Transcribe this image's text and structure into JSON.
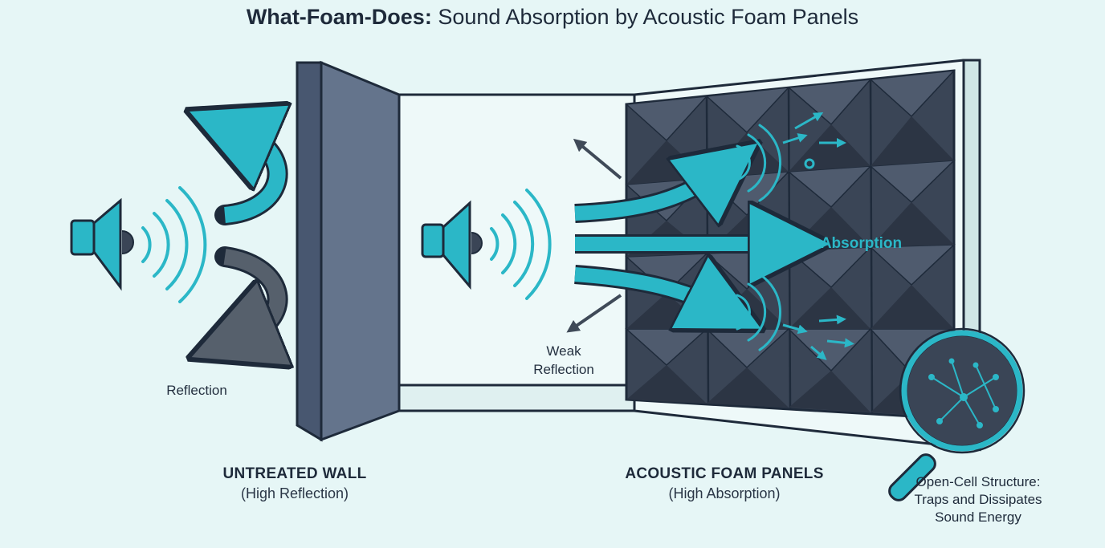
{
  "title": {
    "bold": "What-Foam-Does:",
    "rest": "Sound Absorption by Acoustic Foam Panels"
  },
  "left": {
    "reflection_label": "Reflection",
    "wall_heading": "UNTREATED WALL",
    "wall_sub": "(High Reflection)"
  },
  "right": {
    "weak_reflection_line1": "Weak",
    "weak_reflection_line2": "Reflection",
    "absorption_label": "Absorption",
    "panel_heading": "ACOUSTIC FOAM PANELS",
    "panel_sub": "(High Absorption)"
  },
  "magnifier": {
    "line1": "Open-Cell Structure:",
    "line2": "Traps and Dissipates",
    "line3": "Sound Energy"
  },
  "colors": {
    "background": "#e6f6f6",
    "accent_teal": "#2bb7c7",
    "wall_dark": "#5d6d84",
    "foam_dark": "#3a4556",
    "outline": "#1e2a3a",
    "reflect_gray": "#56606c"
  },
  "icons": [
    "speaker-icon",
    "sound-wave-icon",
    "magnifier-icon"
  ]
}
